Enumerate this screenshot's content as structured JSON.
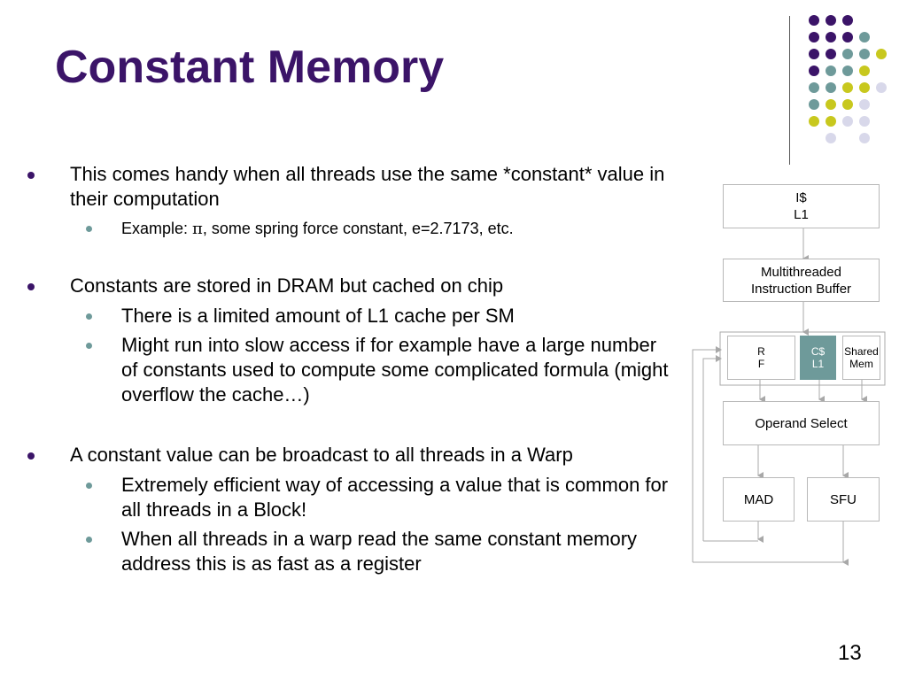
{
  "slide": {
    "title": "Constant Memory",
    "page_number": "13",
    "colors": {
      "title": "#3b1468",
      "accent_teal": "#6e9a9a",
      "accent_lime": "#c8c81e",
      "accent_lavender": "#d8d8ea"
    }
  },
  "bullets": [
    {
      "text": "This comes handy when all threads use the same *constant* value in their computation",
      "sub": [
        {
          "prefix": "Example: ",
          "symbol": "π",
          "text": ", some spring force constant, e=2.7173, etc."
        }
      ]
    },
    {
      "text": "Constants are stored in DRAM but cached on chip",
      "sub": [
        {
          "text": "There is a limited amount of L1 cache per SM"
        },
        {
          "text": "Might run into slow access if for example have a large number of constants used to compute some complicated formula (might overflow the cache…)"
        }
      ]
    },
    {
      "text": "A constant value can be broadcast to all threads in a Warp",
      "sub": [
        {
          "text": "Extremely efficient way of accessing a value that is common for all threads in a Block!"
        },
        {
          "text": "When all threads in a warp read the same constant memory address this is as fast as a register"
        }
      ]
    }
  ],
  "diagram": {
    "icache": {
      "line1": "I$",
      "line2": "L1"
    },
    "instruction_buffer": {
      "line1": "Multithreaded",
      "line2": "Instruction Buffer"
    },
    "register_file": {
      "line1": "R",
      "line2": "F"
    },
    "constant_cache": {
      "line1": "C$",
      "line2": "L1"
    },
    "shared_memory": {
      "line1": "Shared",
      "line2": "Mem"
    },
    "operand_select": "Operand Select",
    "mad": "MAD",
    "sfu": "SFU"
  }
}
